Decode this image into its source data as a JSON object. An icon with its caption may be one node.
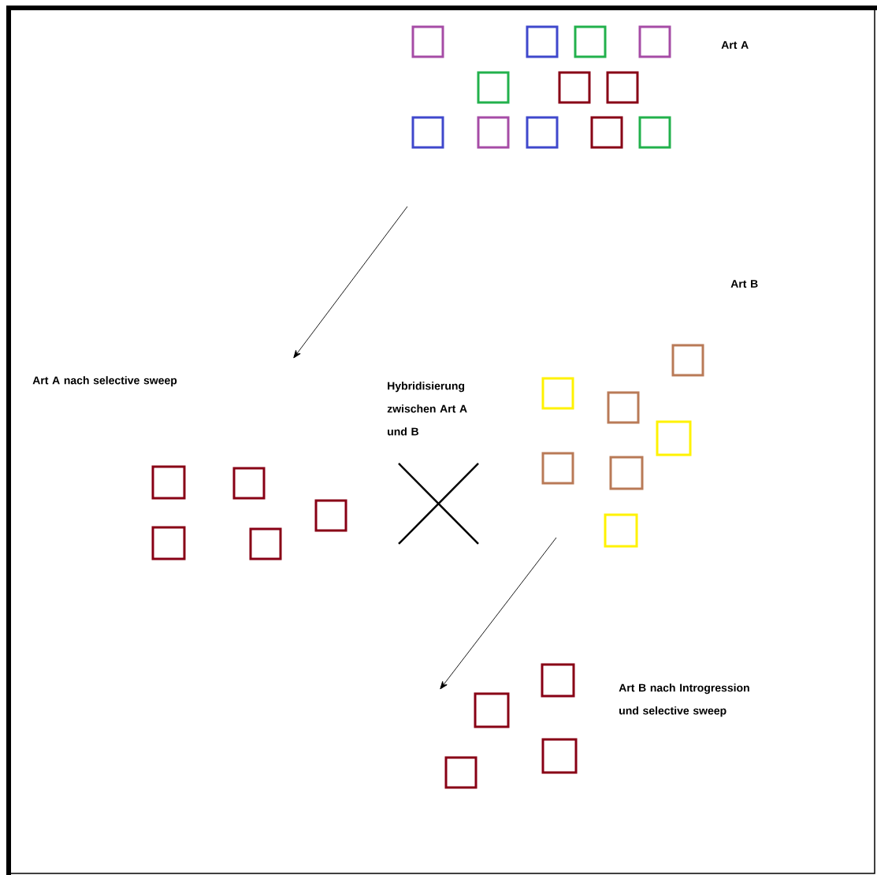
{
  "diagram": {
    "nodes": [
      {
        "text": [],
        "shape": "box"
      },
      {
        "text": [],
        "shape": "box"
      },
      {
        "text": [],
        "shape": "box"
      },
      {
        "text": [],
        "shape": "box"
      },
      {
        "text": [],
        "shape": "box"
      },
      {
        "text": [],
        "shape": "box"
      },
      {
        "text": [],
        "shape": "box"
      },
      {
        "text": [],
        "shape": "box"
      },
      {
        "text": [],
        "shape": "box"
      },
      {
        "text": [],
        "shape": "box"
      },
      {
        "text": [],
        "shape": "box"
      },
      {
        "text": [],
        "shape": "box"
      },
      {
        "text": [],
        "shape": "box"
      },
      {
        "text": [],
        "shape": "box"
      },
      {
        "text": [],
        "shape": "box"
      },
      {
        "text": [],
        "shape": "box"
      },
      {
        "text": [],
        "shape": "box"
      },
      {
        "text": [],
        "shape": "box"
      },
      {
        "text": [],
        "shape": "box"
      },
      {
        "text": [],
        "shape": "box"
      },
      {
        "text": [],
        "shape": "box"
      },
      {
        "text": [],
        "shape": "box"
      },
      {
        "text": [],
        "shape": "box"
      },
      {
        "text": [],
        "shape": "box"
      },
      {
        "text": [],
        "shape": "box"
      },
      {
        "text": [],
        "shape": "box"
      },
      {
        "text": [],
        "shape": "box"
      },
      {
        "text": [],
        "shape": "box"
      }
    ],
    "labels": [
      "Art A",
      "Art B",
      "Art A nach selective sweep",
      "Hybridisierung zwischen Art A und B",
      "Art B nach Introgression und selective sweep"
    ]
  }
}
